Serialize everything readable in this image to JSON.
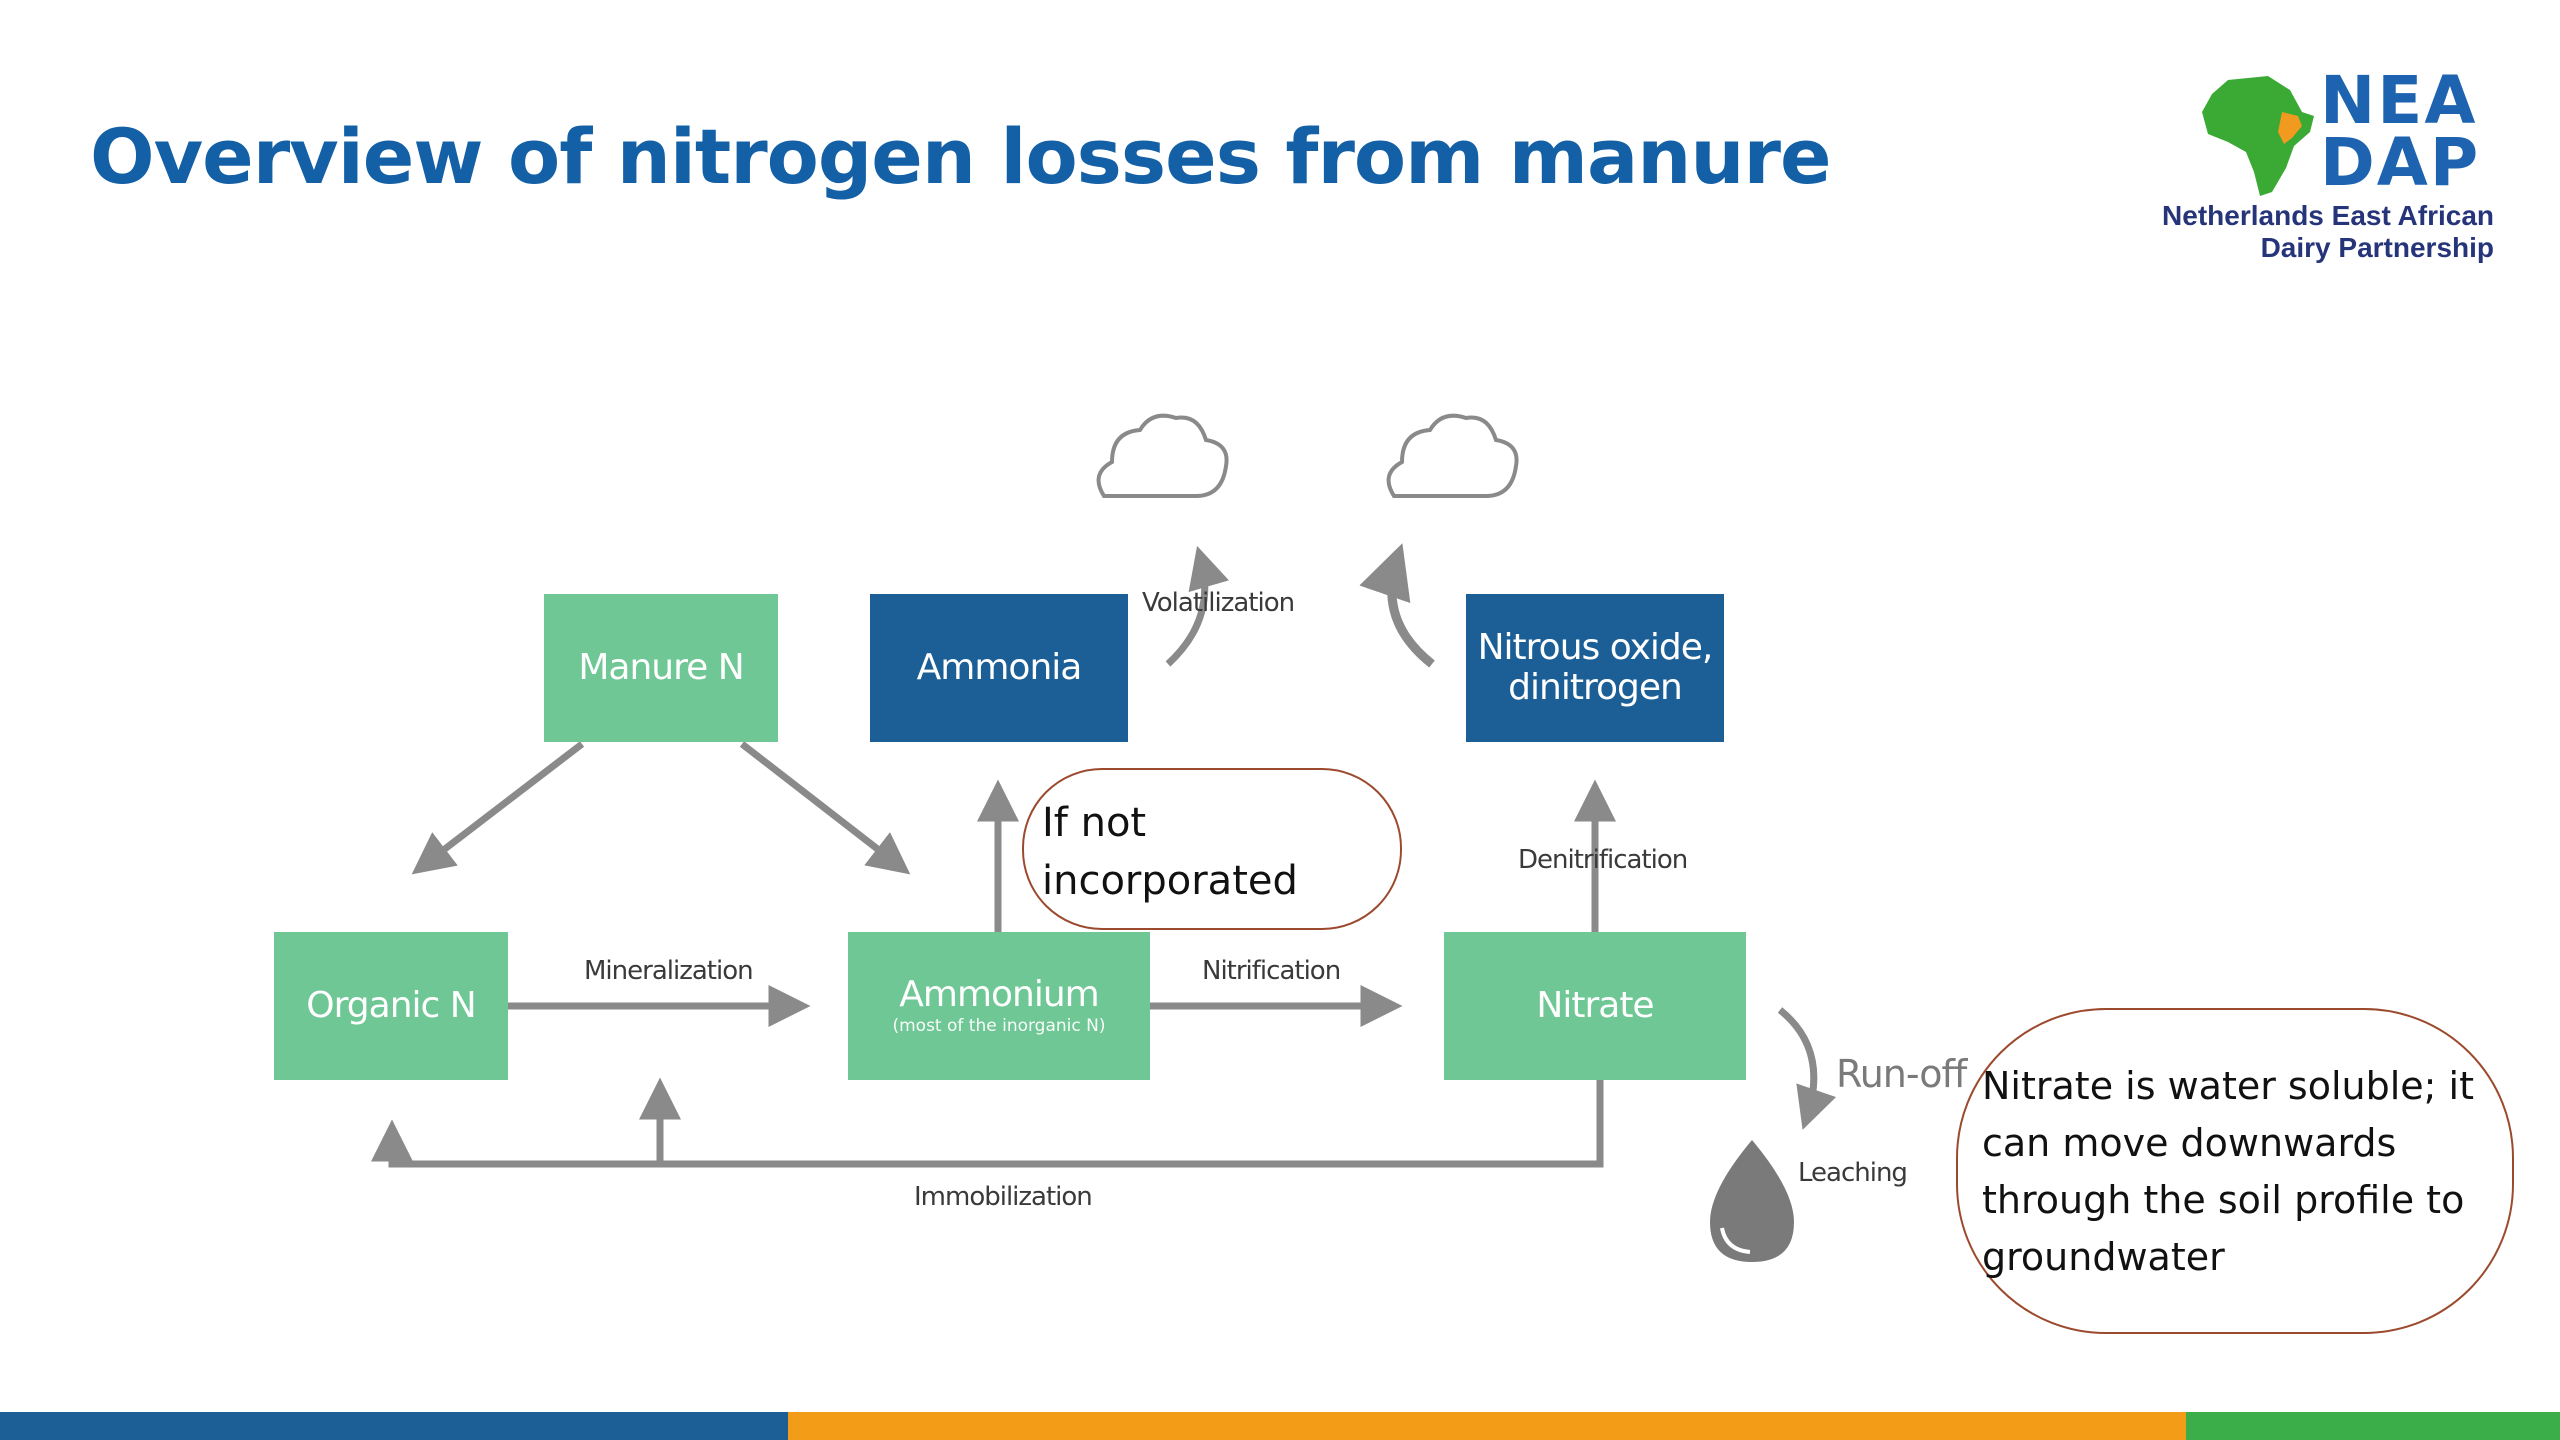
{
  "slide": {
    "title": "Overview of nitrogen losses from manure"
  },
  "logo": {
    "word_line1": "NEA",
    "word_line2": "DAP",
    "subtitle_line1": "Netherlands East African",
    "subtitle_line2": "Dairy Partnership",
    "colors": {
      "blue": "#1e63b0",
      "orange": "#f29a1f",
      "green": "#3aaa35",
      "navy": "#26357a"
    }
  },
  "diagram": {
    "nodes": {
      "manure_n": "Manure N",
      "ammonia": "Ammonia",
      "nitrous_oxide_line1": "Nitrous oxide,",
      "nitrous_oxide_line2": "dinitrogen",
      "organic_n": "Organic N",
      "ammonium": "Ammonium",
      "ammonium_sub": "(most of the inorganic N)",
      "nitrate": "Nitrate"
    },
    "processes": {
      "volatilization": "Volatilization",
      "denitrification": "Denitrification",
      "mineralization": "Mineralization",
      "nitrification": "Nitrification",
      "immobilization": "Immobilization",
      "run_off": "Run-off",
      "leaching": "Leaching"
    },
    "callouts": {
      "not_incorporated_line1": "If not",
      "not_incorporated_line2": "incorporated",
      "nitrate_line1": "Nitrate is water soluble; it",
      "nitrate_line2": "can move downwards",
      "nitrate_line3": "through the soil profile to",
      "nitrate_line4": "groundwater"
    },
    "icons": [
      "cloud-icon",
      "cloud-icon",
      "water-drop-icon"
    ],
    "colors": {
      "light_box": "#6fc795",
      "dark_box": "#1b5f96",
      "arrow": "#8a8a8a",
      "callout_border": "#9c4a2e"
    }
  },
  "footer": {
    "stripe_colors": [
      "#1b5f96",
      "#f39c18",
      "#3cae49"
    ]
  }
}
